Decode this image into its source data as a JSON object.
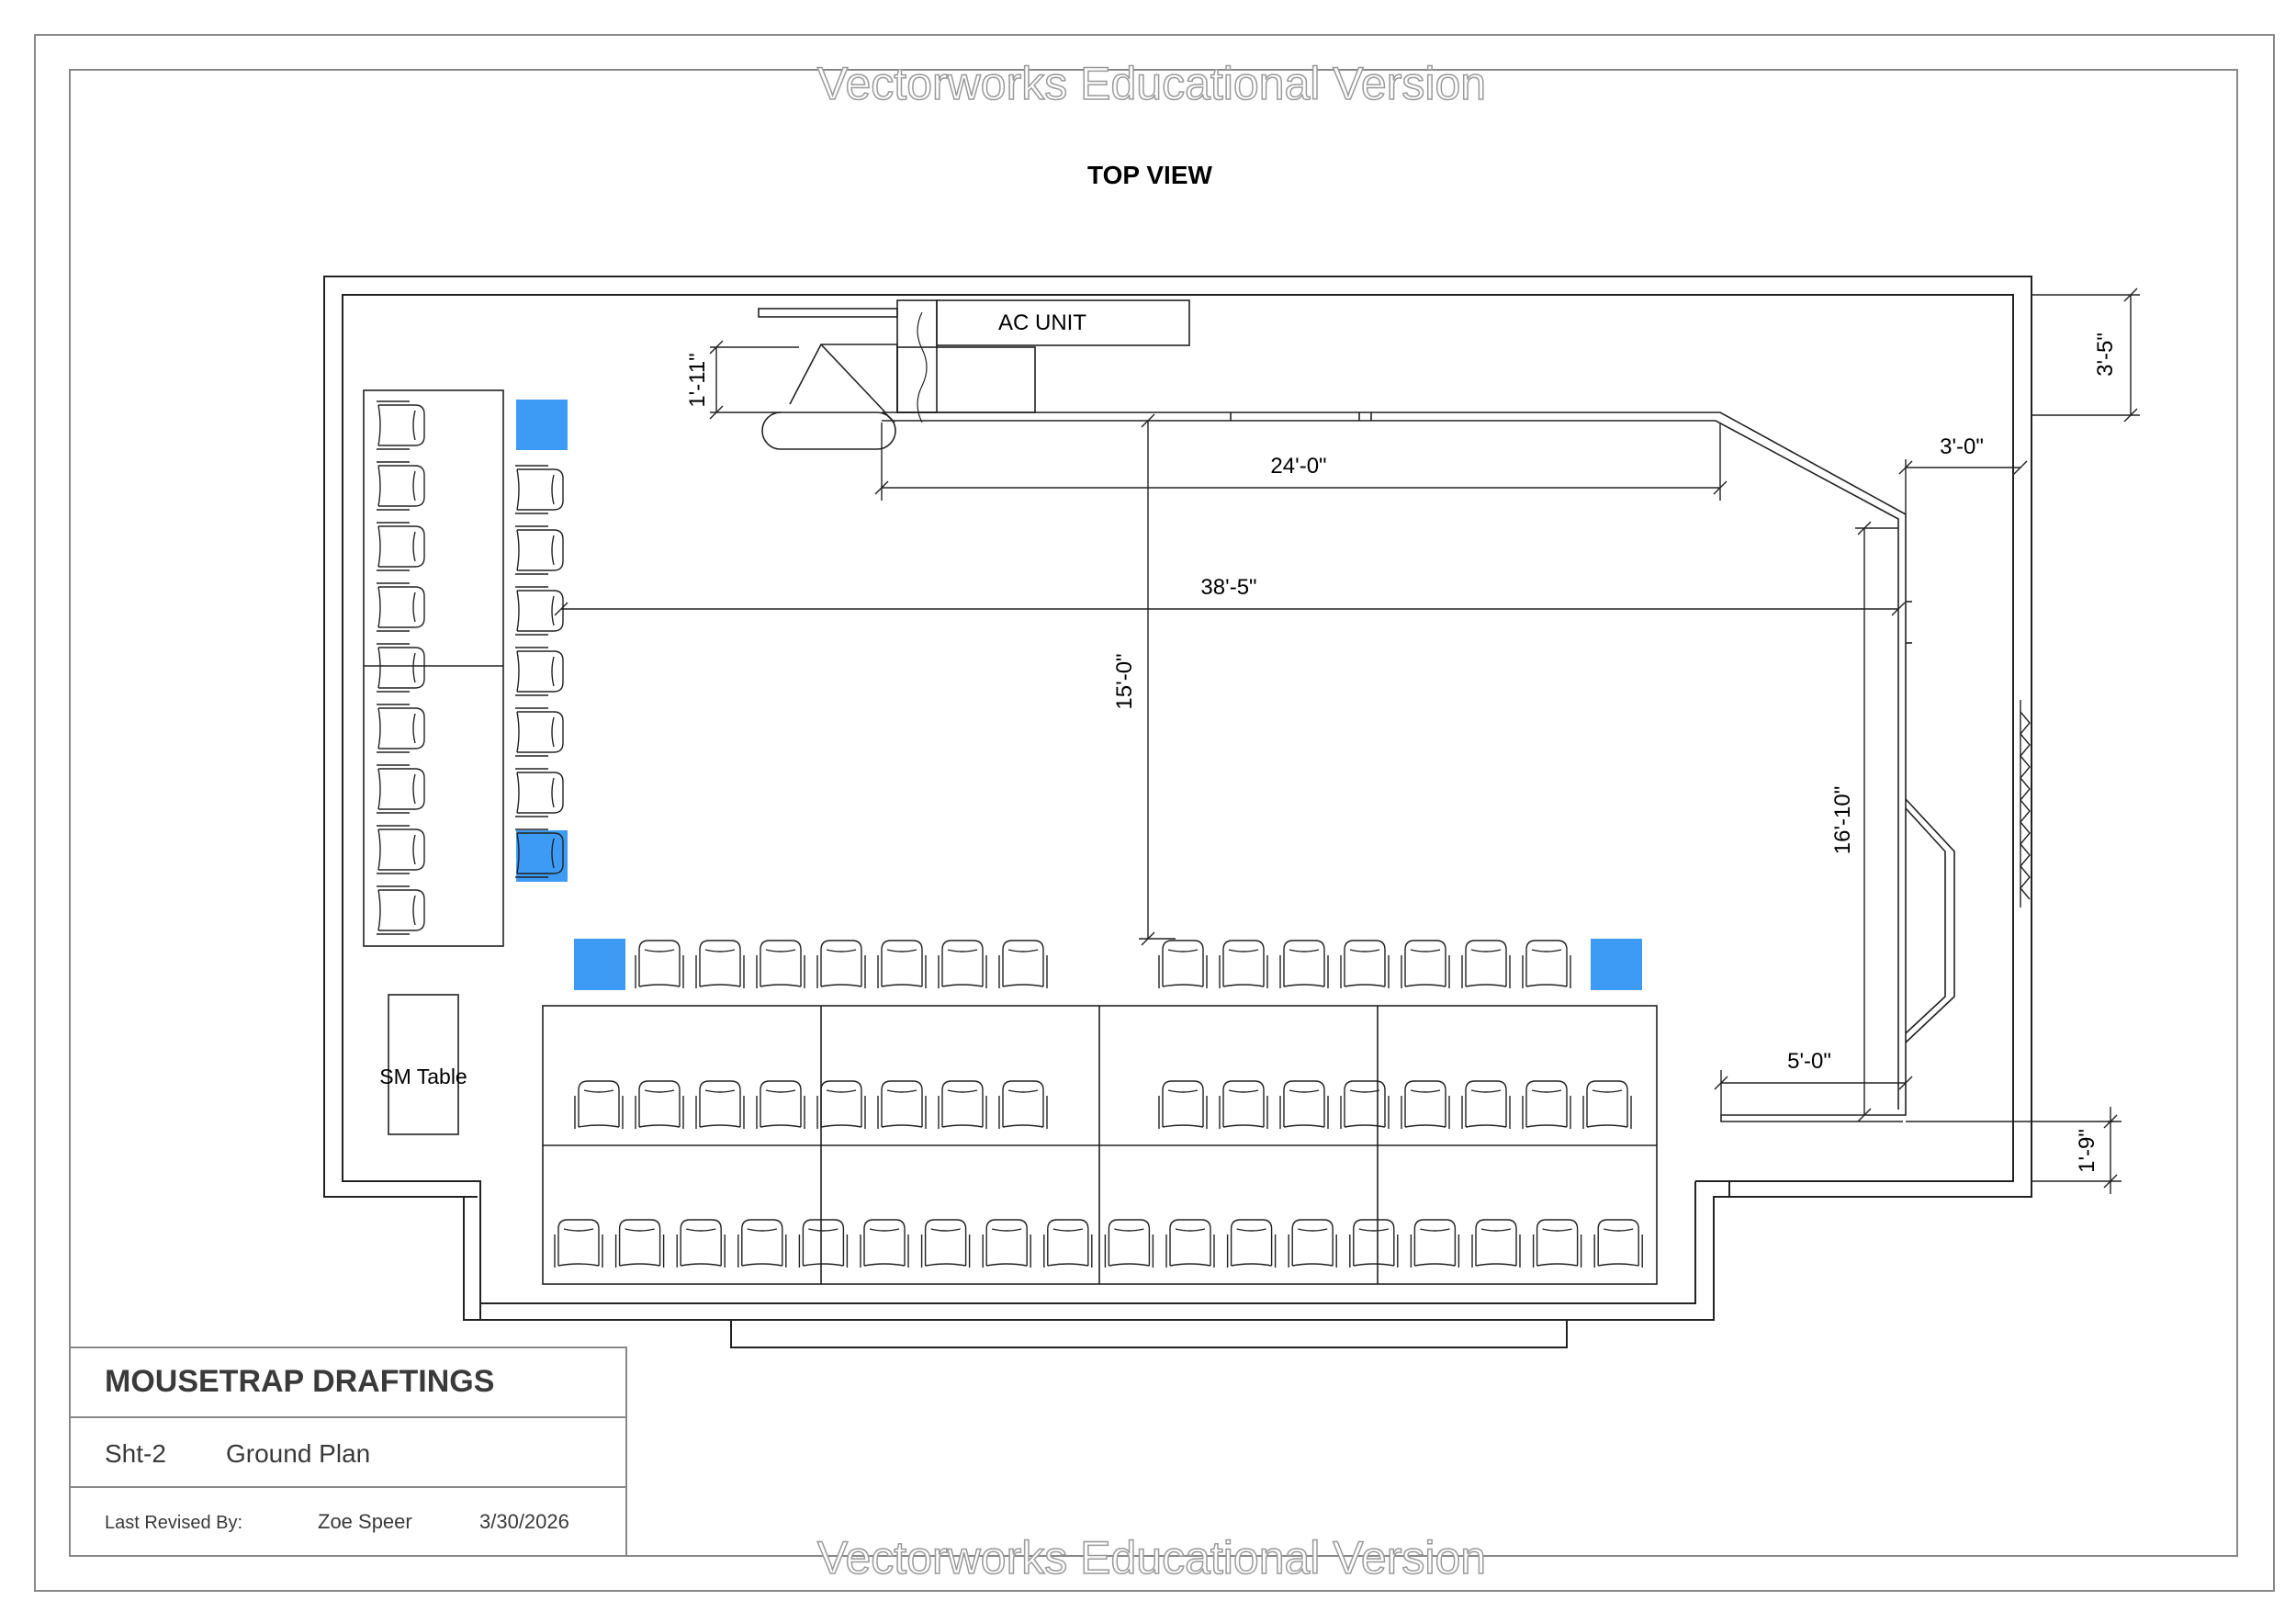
{
  "watermark": {
    "top": "Vectorworks Educational Version",
    "bottom": "Vectorworks Educational Version"
  },
  "view_title": "TOP VIEW",
  "labels": {
    "ac_unit": "AC UNIT",
    "sm_table": "SM Table"
  },
  "dimensions": {
    "ac_depth": "1'-11\"",
    "top_offset": "3'-5\"",
    "top_run": "24'-0\"",
    "angled_offset": "3'-0\"",
    "full_width": "38'-5\"",
    "depth": "15'-0\"",
    "right_run": "16'-10\"",
    "bottom_run": "5'-0\"",
    "bottom_offset": "1'-9\""
  },
  "title_block": {
    "company": "MOUSETRAP DRAFTINGS",
    "sheet_number": "Sht-2",
    "sheet_name": "Ground Plan",
    "revised_label": "Last Revised By:",
    "revised_by": "Zoe Speer",
    "revised_date": "3/30/2026"
  },
  "colors": {
    "accent_blocks": "#3d9bf5",
    "lines": "#1a1a1a"
  }
}
